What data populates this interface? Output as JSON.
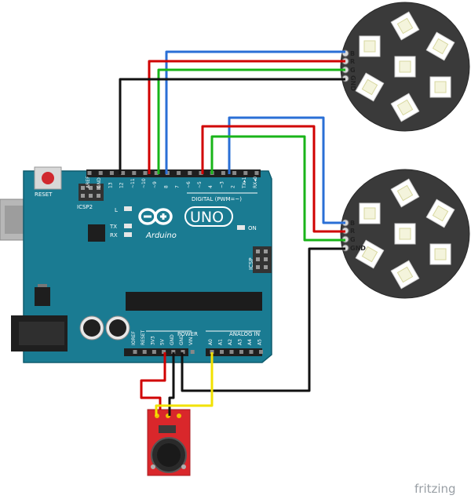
{
  "colors": {
    "board": "#1a7b92",
    "board_dark": "#0f5c6e",
    "ring": "#3a3a3a",
    "wire_red": "#d00000",
    "wire_green": "#19b419",
    "wire_blue": "#2a6fd6",
    "wire_black": "#111111",
    "wire_yellow": "#f2e200",
    "mic_board": "#d9272b"
  },
  "arduino": {
    "reset_label": "RESET",
    "icsp2_label": "ICSP2",
    "icsp_label": "ICSP",
    "l_label": "L",
    "tx_label": "TX",
    "rx_label": "RX",
    "on_label": "ON",
    "uno_label": "UNO",
    "brand_label": "Arduino",
    "digital_label": "DIGITAL (PWM=~)",
    "power_label": "POWER",
    "analog_label": "ANALOG IN",
    "top_pins": [
      "AREF",
      "GND",
      "13",
      "12",
      "~11",
      "~10",
      "~9",
      "8",
      "7",
      "~6",
      "~5",
      "4",
      "~3",
      "2",
      "TX▸1",
      "RX◂0"
    ],
    "power_pins": [
      "IOREF",
      "RESET",
      "3V3",
      "5V",
      "GND",
      "GND",
      "VIN"
    ],
    "analog_pins": [
      "A0",
      "A1",
      "A2",
      "A3",
      "A4",
      "A5"
    ]
  },
  "led_ring_top": {
    "pins": [
      "B",
      "R",
      "G",
      "GND"
    ]
  },
  "led_ring_bottom": {
    "pins": [
      "B",
      "R",
      "G",
      "GND"
    ]
  },
  "footer": {
    "brand": "fritzing"
  }
}
